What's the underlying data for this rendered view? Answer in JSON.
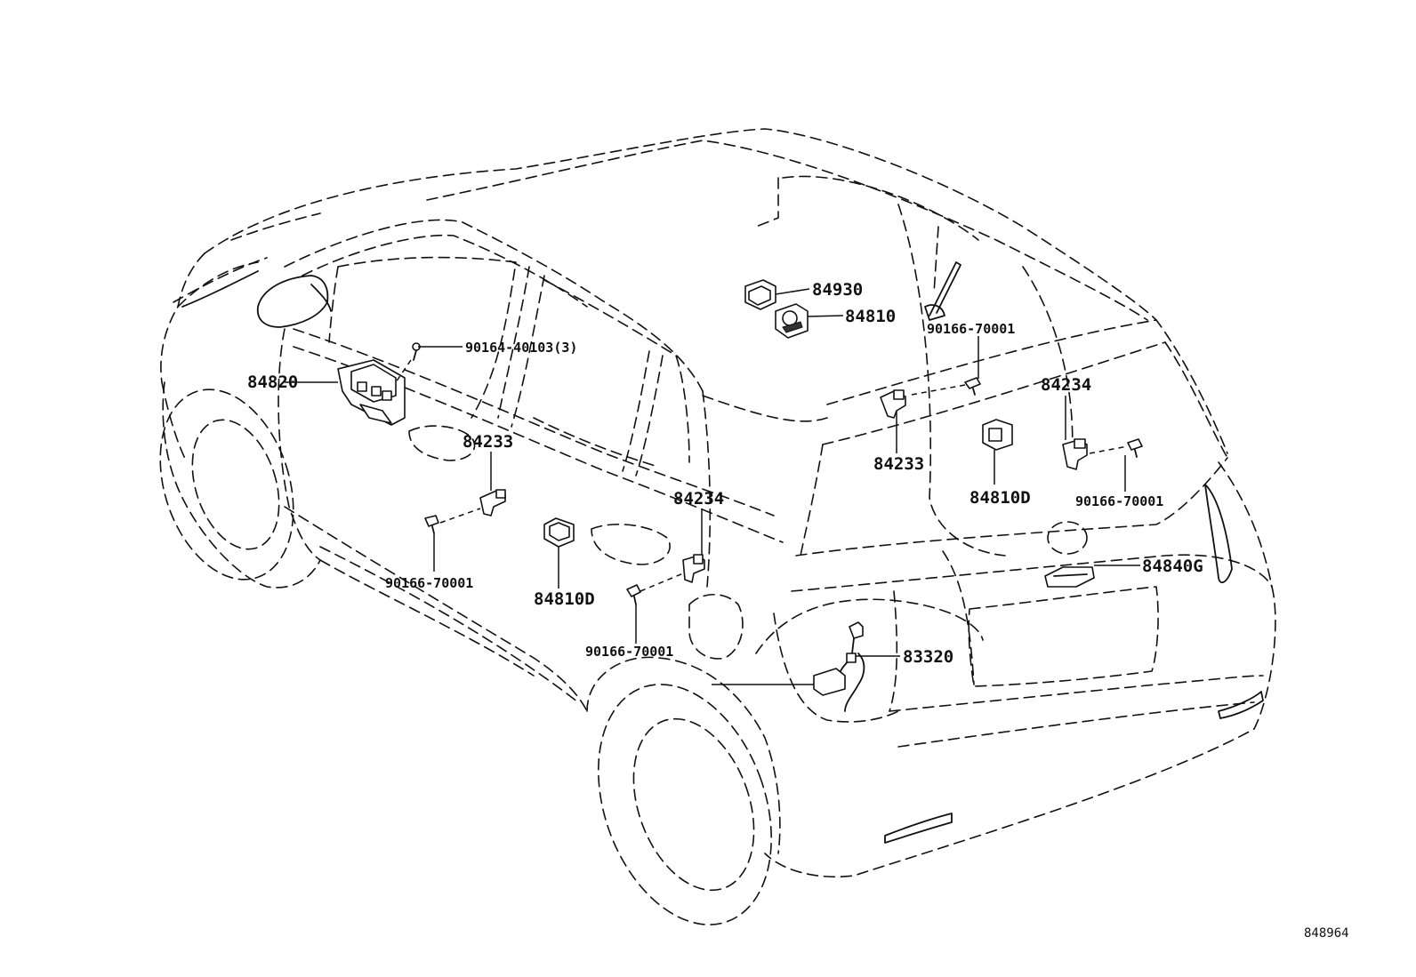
{
  "diagram": {
    "reference_number": "848964",
    "parts": {
      "p84930": "84930",
      "p84810": "84810",
      "p90166_top": "90166-70001",
      "p84234_right": "84234",
      "p90164": "90164-40103(3)",
      "p84820": "84820",
      "p84233_left": "84233",
      "p84233_right": "84233",
      "p84810D_right": "84810D",
      "p90166_right": "90166-70001",
      "p84234_mid": "84234",
      "p90166_left": "90166-70001",
      "p84810D_left": "84810D",
      "p84840G": "84840G",
      "p90166_bottom": "90166-70001",
      "p83320": "83320"
    }
  }
}
